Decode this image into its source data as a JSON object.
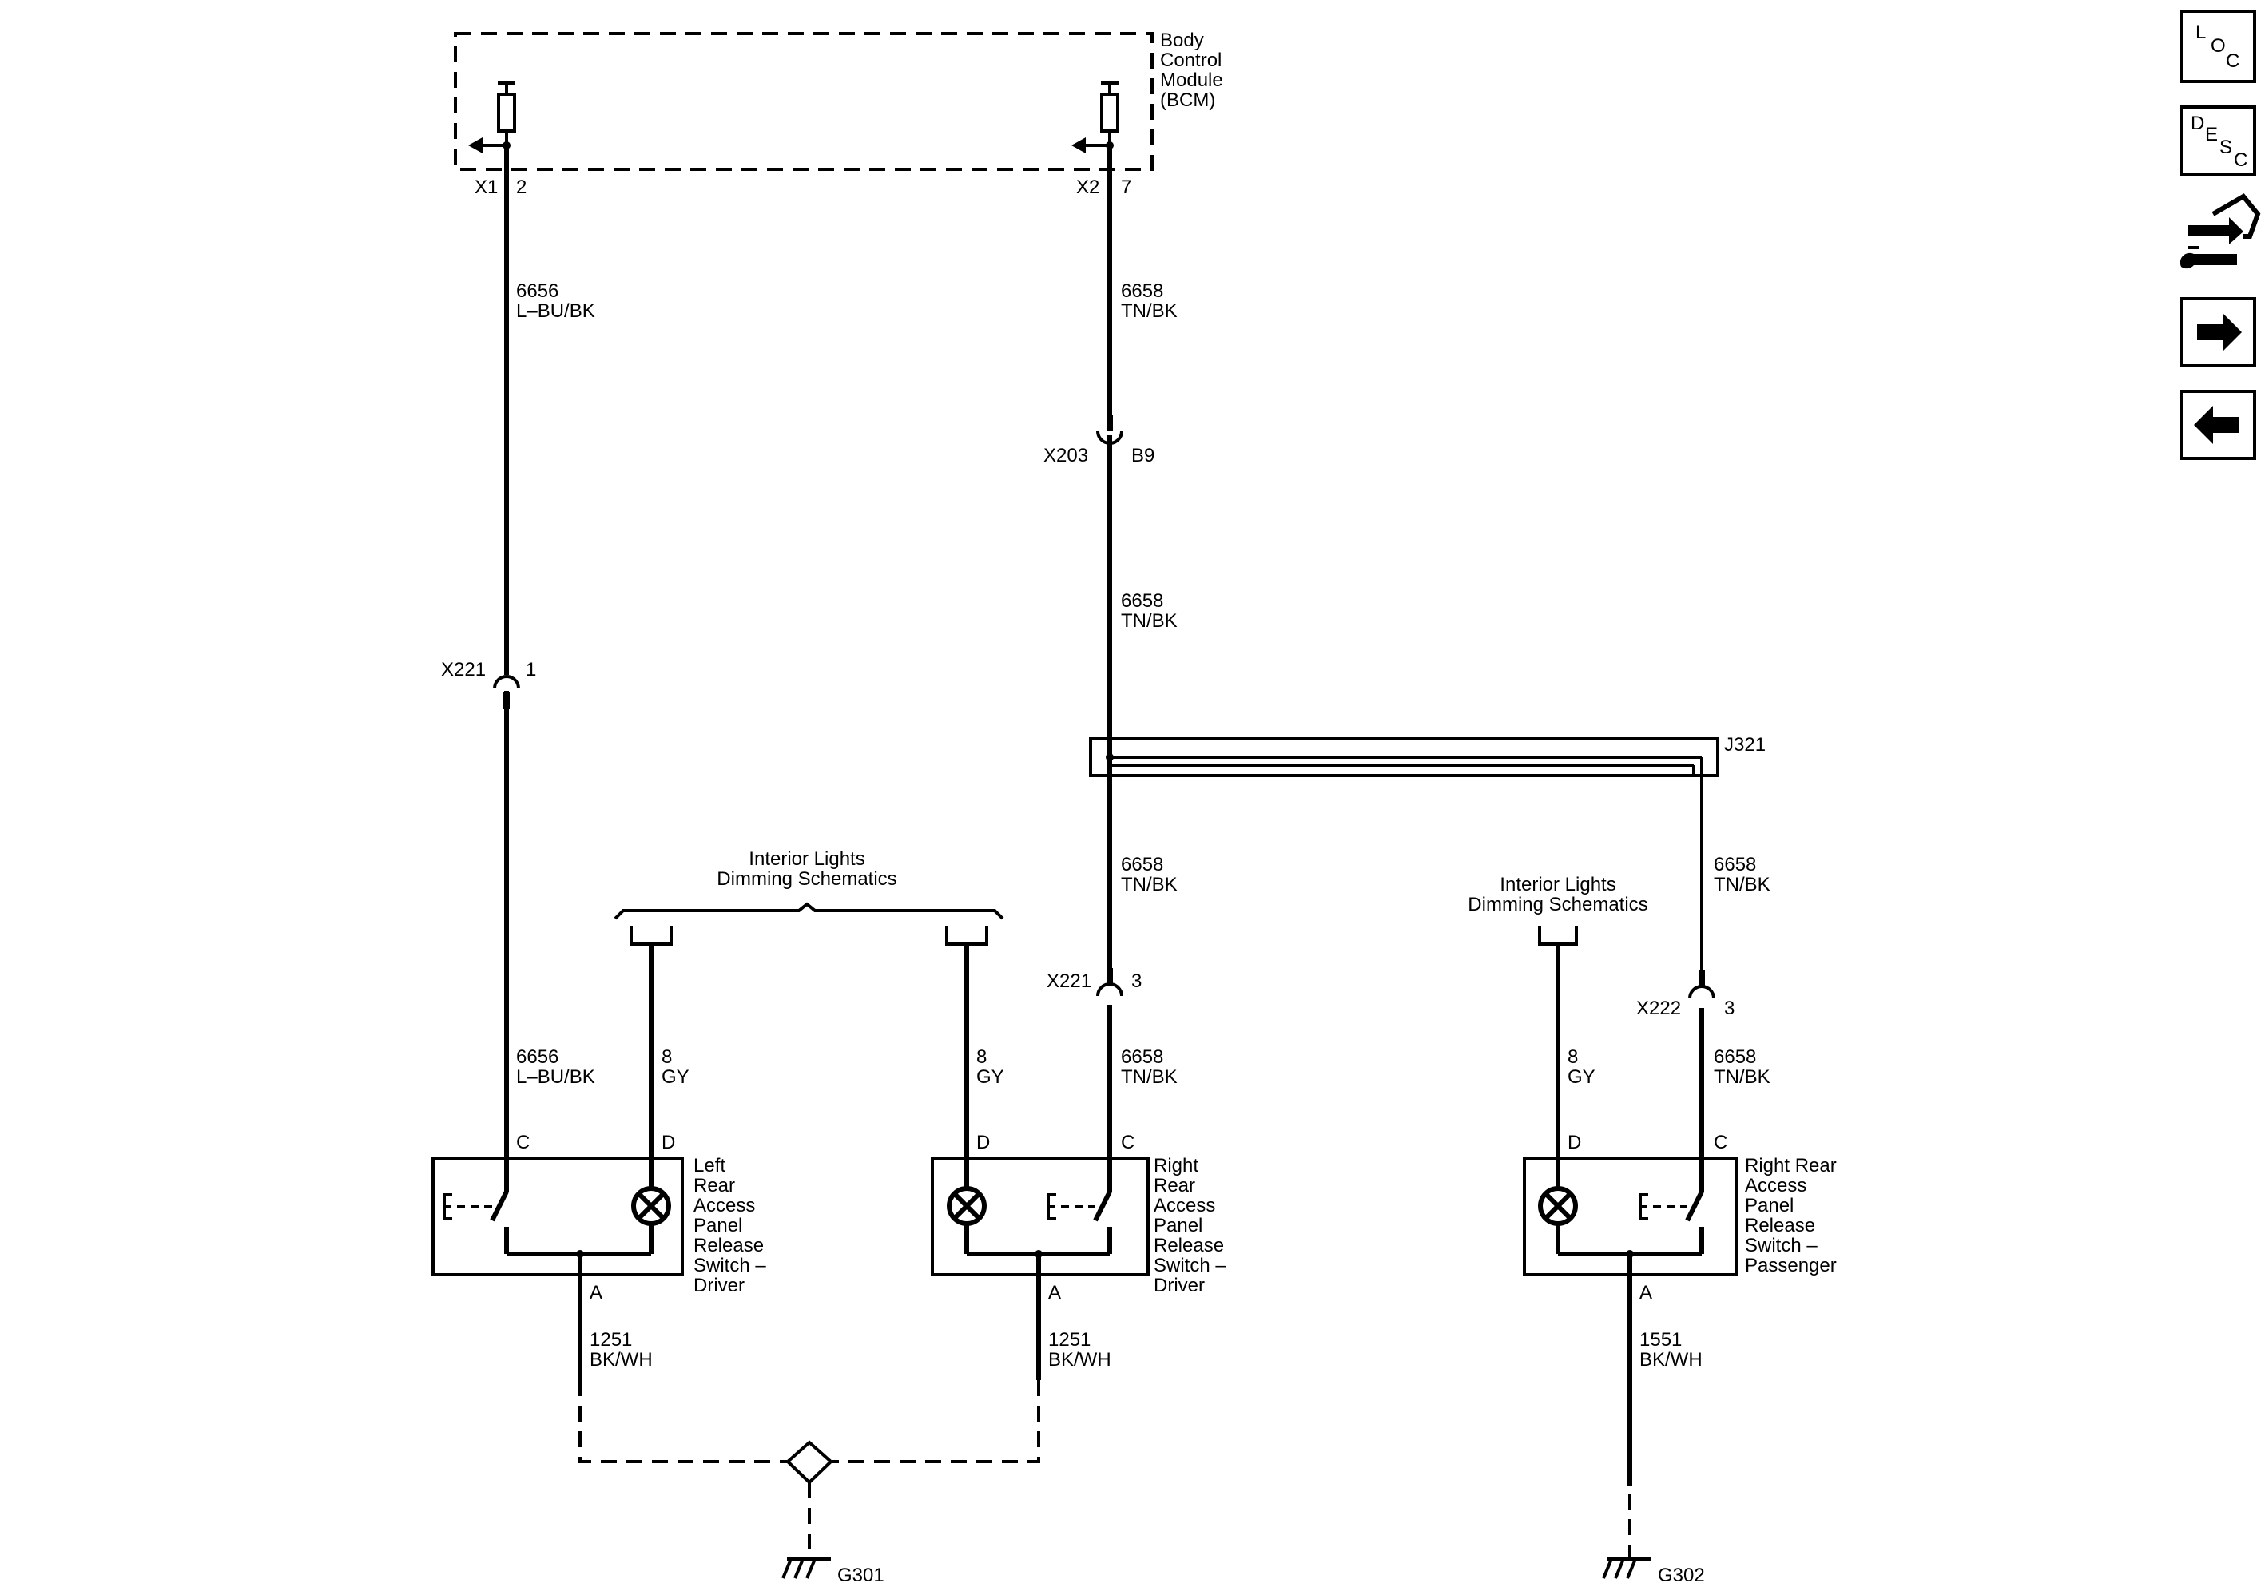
{
  "bcm": {
    "lines": [
      "Body",
      "Control",
      "Module",
      "(BCM)"
    ]
  },
  "bcm_pins": {
    "left_conn": "X1",
    "left_pin": "2",
    "right_conn": "X2",
    "right_pin": "7"
  },
  "circuits": {
    "left_top": [
      "6656",
      "L–BU/BK"
    ],
    "right_top": [
      "6658",
      "TN/BK"
    ],
    "right_mid": [
      "6658",
      "TN/BK"
    ],
    "right_below_splice": [
      "6658",
      "TN/BK"
    ],
    "passenger_top": [
      "6658",
      "TN/BK"
    ],
    "left_bottom": [
      "6656",
      "L–BU/BK"
    ],
    "dim_left": [
      "8",
      "GY"
    ],
    "dim_center": [
      "8",
      "GY"
    ],
    "right_bottom": [
      "6658",
      "TN/BK"
    ],
    "dim_passenger": [
      "8",
      "GY"
    ],
    "passenger_bottom": [
      "6658",
      "TN/BK"
    ],
    "gnd_left": [
      "1251",
      "BK/WH"
    ],
    "gnd_center": [
      "1251",
      "BK/WH"
    ],
    "gnd_passenger": [
      "1551",
      "BK/WH"
    ]
  },
  "connectors": {
    "x203": {
      "name": "X203",
      "pin": "B9"
    },
    "x221_left": {
      "name": "X221",
      "pin": "1"
    },
    "x221_right": {
      "name": "X221",
      "pin": "3"
    },
    "x222": {
      "name": "X222",
      "pin": "3"
    }
  },
  "splice": {
    "name": "J321"
  },
  "dimming": {
    "left": [
      "Interior Lights",
      "Dimming Schematics"
    ],
    "right": [
      "Interior Lights",
      "Dimming Schematics"
    ]
  },
  "switches": {
    "left_driver": {
      "lines": [
        "Left",
        "Rear",
        "Access",
        "Panel",
        "Release",
        "Switch –",
        "Driver"
      ],
      "pin_c": "C",
      "pin_d": "D",
      "pin_a": "A"
    },
    "right_driver": {
      "lines": [
        "Right",
        "Rear",
        "Access",
        "Panel",
        "Release",
        "Switch –",
        "Driver"
      ],
      "pin_c": "C",
      "pin_d": "D",
      "pin_a": "A"
    },
    "right_passenger": {
      "lines": [
        "Right Rear",
        "Access",
        "Panel",
        "Release",
        "Switch –",
        "Passenger"
      ],
      "pin_c": "C",
      "pin_d": "D",
      "pin_a": "A"
    }
  },
  "grounds": {
    "left": "G301",
    "right": "G302"
  },
  "sidebar": {
    "loc": [
      "L",
      "O",
      "C"
    ],
    "desc": [
      "D",
      "E",
      "S",
      "C"
    ]
  }
}
